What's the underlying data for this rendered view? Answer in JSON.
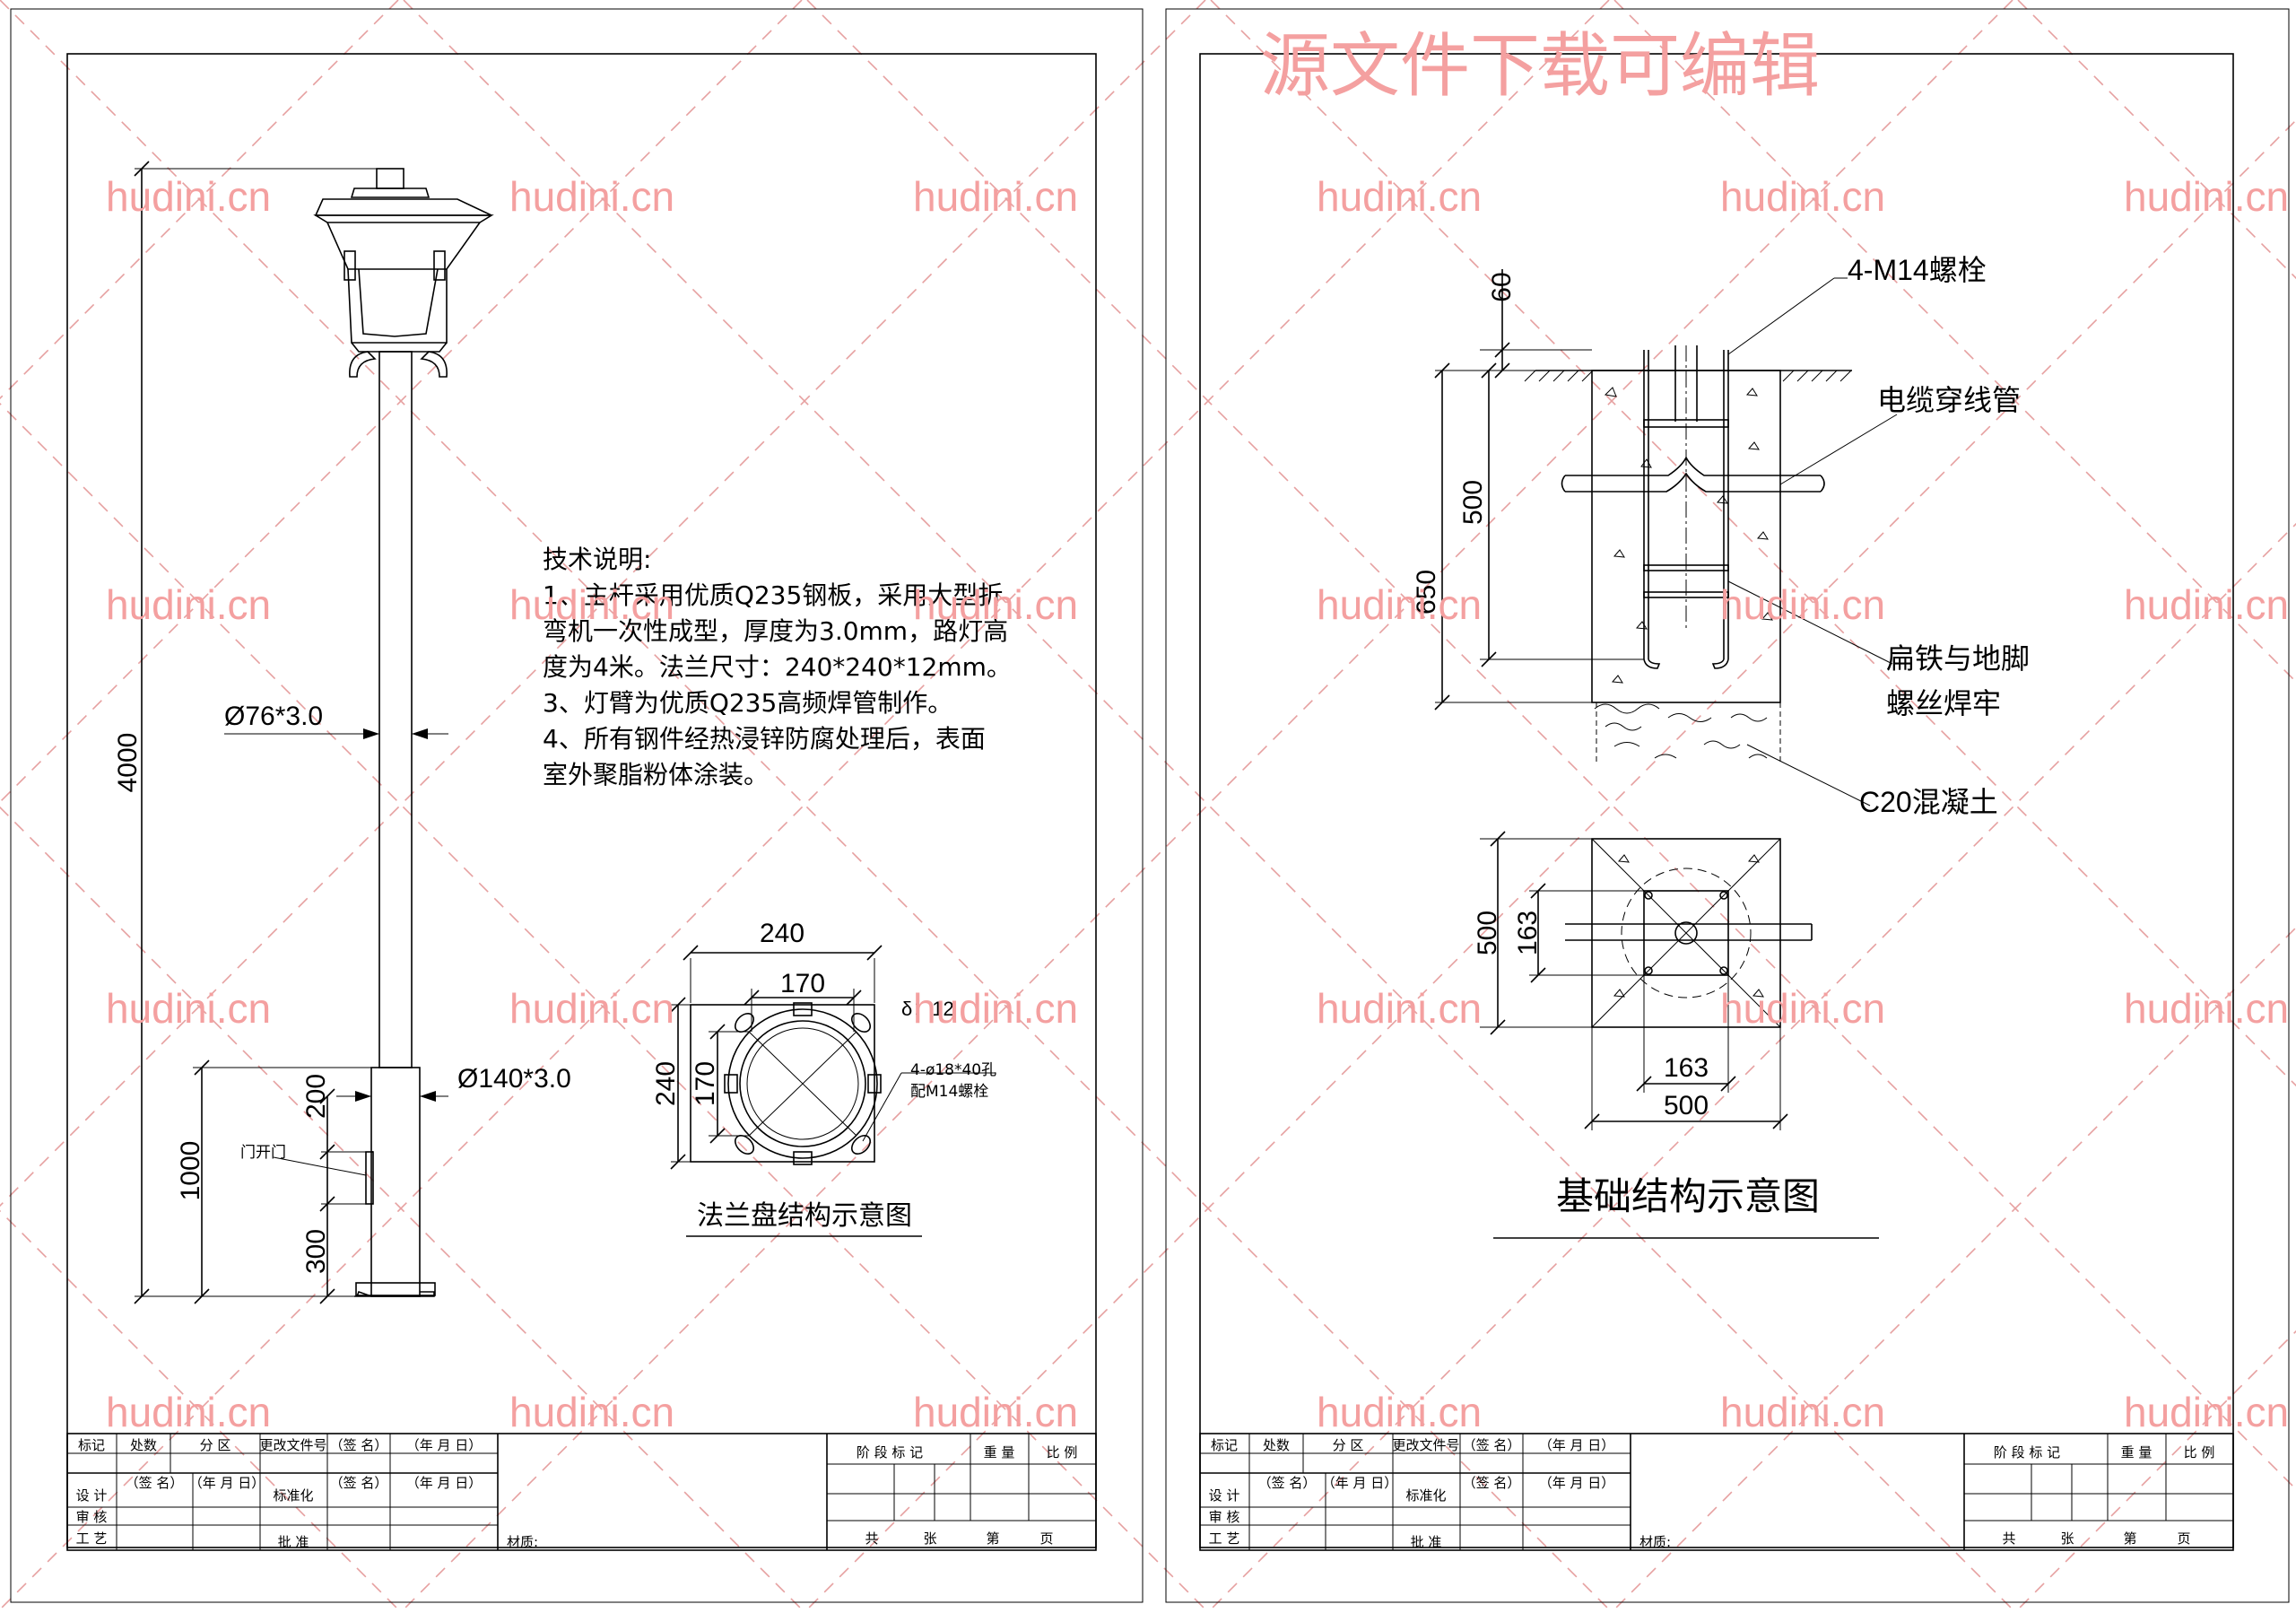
{
  "watermark": {
    "domain_text": "hudini.cn",
    "banner": "源文件下载可编辑"
  },
  "left_sheet": {
    "pole": {
      "total_height": "4000",
      "pole_dia": "Ø76*3.0",
      "base_dia": "Ø140*3.0",
      "base_height": "1000",
      "door_top": "200",
      "door_bottom": "300",
      "door_label": "门开门"
    },
    "notes": {
      "heading": "技术说明:",
      "lines": [
        "1、主杆采用优质Q235钢板，采用大型折",
        "弯机一次性成型，厚度为3.0mm，路灯高",
        "度为4米。法兰尺寸：240*240*12mm。",
        "3、灯臂为优质Q235高频焊管制作。",
        "4、所有钢件经热浸锌防腐处理后，表面",
        "室外聚脂粉体涂装。"
      ]
    },
    "flange": {
      "outer_w": "240",
      "inner_w": "170",
      "outer_h": "240",
      "inner_h": "170",
      "thickness": "δ：12",
      "hole_note_1": "4-ø18*40孔",
      "hole_note_2": "配M14螺栓",
      "caption": "法兰盘结构示意图"
    }
  },
  "right_sheet": {
    "section": {
      "bolts": "4-M14螺栓",
      "conduit": "电缆穿线管",
      "weld_1": "扁铁与地脚",
      "weld_2": "螺丝焊牢",
      "concrete": "C20混凝土",
      "d60": "60",
      "d500": "500",
      "d650": "650"
    },
    "plan": {
      "d500_v": "500",
      "d163_v": "163",
      "d163_h": "163",
      "d500_h": "500"
    },
    "caption": "基础结构示意图"
  },
  "title_block": {
    "r1": [
      "标记",
      "处数",
      "分 区",
      "更改文件号",
      "（签 名）",
      "（年 月 日）"
    ],
    "r2": [
      "设 计",
      "（签 名）",
      "（年 月 日）",
      "标准化",
      "（签 名）",
      "（年 月 日）"
    ],
    "r3": [
      "审 核"
    ],
    "r4": [
      "工 艺",
      "批 准"
    ],
    "material": "材质:",
    "stage": "阶 段 标 记",
    "weight": "重 量",
    "scale": "比 例",
    "sheets": [
      "共",
      "张",
      "第",
      "页"
    ]
  }
}
